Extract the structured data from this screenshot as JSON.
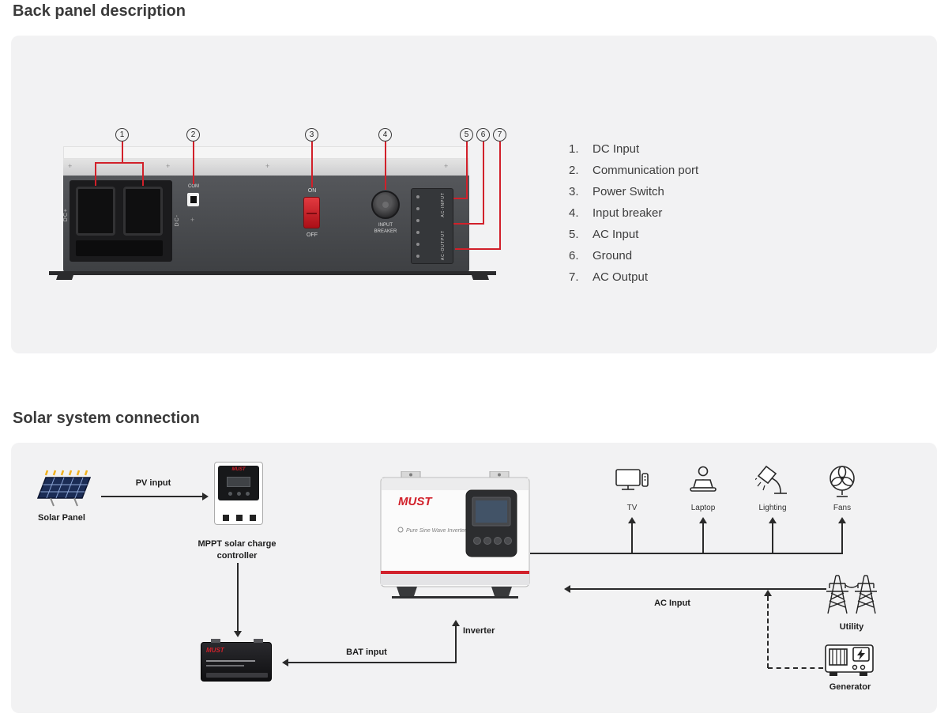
{
  "sections": {
    "back_panel_title": "Back panel description",
    "solar_title": "Solar system connection"
  },
  "back_panel": {
    "callouts": [
      "1",
      "2",
      "3",
      "4",
      "5",
      "6",
      "7"
    ],
    "legend": [
      {
        "n": "1.",
        "label": "DC Input"
      },
      {
        "n": "2.",
        "label": "Communication port"
      },
      {
        "n": "3.",
        "label": "Power Switch"
      },
      {
        "n": "4.",
        "label": "Input breaker"
      },
      {
        "n": "5.",
        "label": "AC Input"
      },
      {
        "n": "6.",
        "label": "Ground"
      },
      {
        "n": "7.",
        "label": "AC Output"
      }
    ],
    "device": {
      "dc_plus": "DC+",
      "dc_minus": "DC-",
      "com": "COM",
      "on": "ON",
      "off": "OFF",
      "breaker_line1": "INPUT",
      "breaker_line2": "BREAKER",
      "ac_in": "AC-INPUT",
      "ac_out": "AC-OUTPUT"
    }
  },
  "solar": {
    "solar_panel_label": "Solar Panel",
    "pv_input_label": "PV input",
    "mppt_label_line1": "MPPT solar charge",
    "mppt_label_line2": "controller",
    "bat_input_label": "BAT input",
    "inverter_label": "Inverter",
    "loads": [
      {
        "label": "TV"
      },
      {
        "label": "Laptop"
      },
      {
        "label": "Lighting"
      },
      {
        "label": "Fans"
      }
    ],
    "ac_input_label": "AC Input",
    "utility_label": "Utility",
    "generator_label": "Generator",
    "brand": "MUST",
    "inverter_tagline": "Pure Sine Wave Inverter"
  },
  "colors": {
    "accent_red": "#d1202a",
    "line_dark": "#2a2a2a",
    "panel_bg": "#f2f2f3"
  }
}
